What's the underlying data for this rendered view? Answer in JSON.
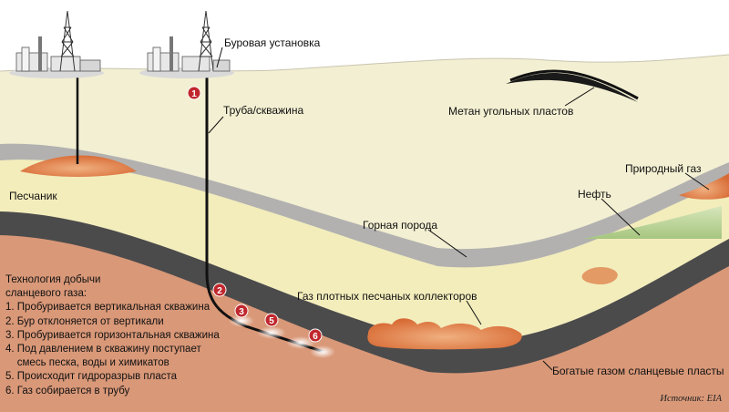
{
  "labels": {
    "rig": "Буровая установка",
    "pipe": "Труба/скважина",
    "coal_methane": "Метан угольных пластов",
    "natural_gas": "Природный газ",
    "sandstone": "Песчаник",
    "oil": "Нефть",
    "rock": "Горная порода",
    "tight_gas": "Газ плотных песчаных коллекторов",
    "shale": "Богатые газом сланцевые пласты"
  },
  "steps": {
    "title_1": "Технология добычи",
    "title_2": "сланцевого газа:",
    "items": [
      "1. Пробуривается вертикальная скважина",
      "2. Бур отклоняется от вертикали",
      "3. Пробуривается горизонтальная скважина",
      "4. Под давлением в скважину поступает",
      "    смесь песка, воды и химикатов",
      "5. Происходит гидроразрыв пласта",
      "6. Газ собирается в трубу"
    ]
  },
  "badges": [
    "1",
    "2",
    "3",
    "5",
    "6"
  ],
  "source": "Источник: EIA",
  "colors": {
    "sky": "#ffffff",
    "topsoil": "#f3efd2",
    "gray_band": "#b2b1b0",
    "sandstone": "#f3edbc",
    "dark_band": "#4b4b4c",
    "shale": "#d99878",
    "gas_pocket": "#df8a55",
    "oil_green": "#bcd49c",
    "badge": "#c0272d"
  }
}
